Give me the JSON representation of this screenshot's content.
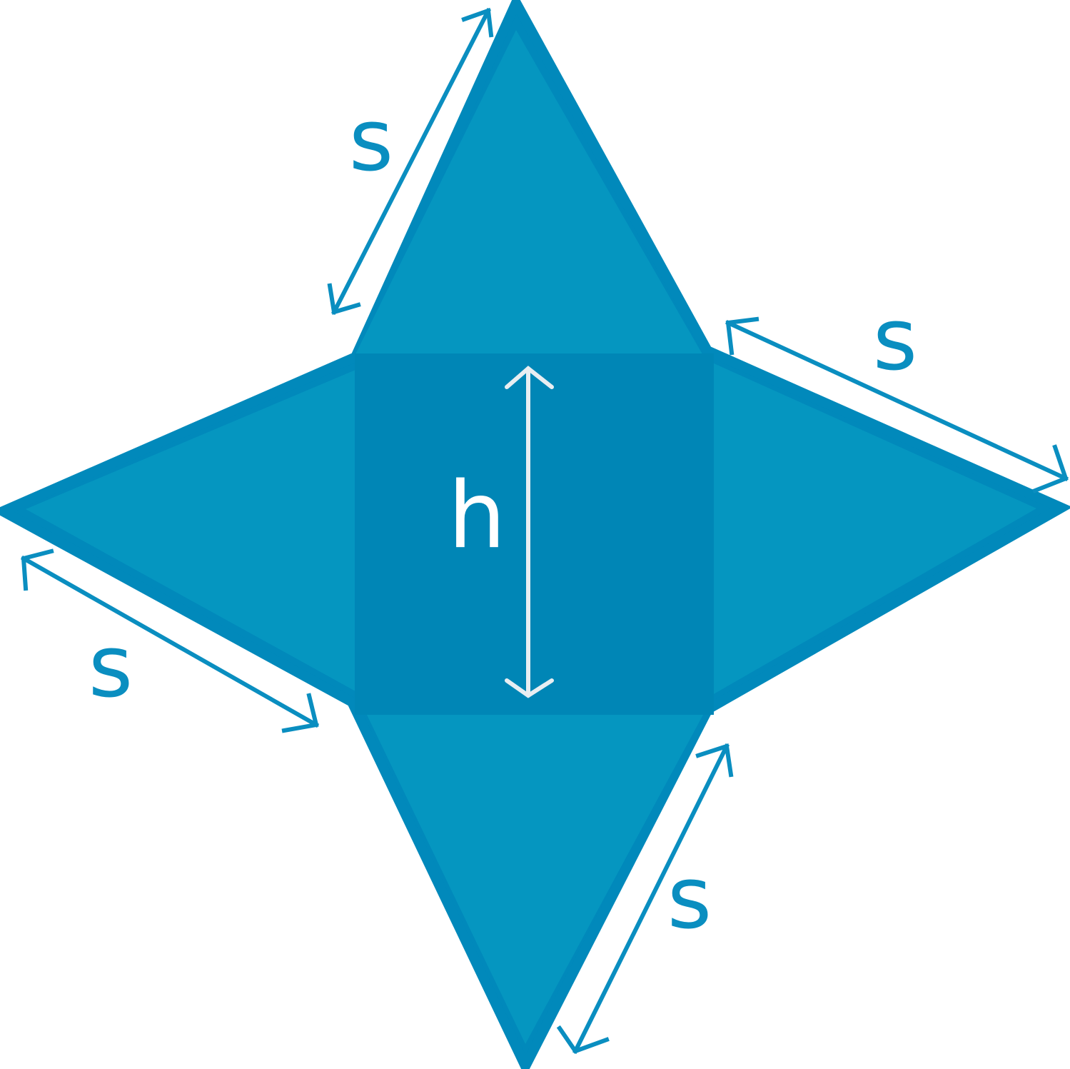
{
  "labels": {
    "side_top": "s",
    "side_right": "s",
    "side_left": "s",
    "side_bottom": "s",
    "height": "h"
  },
  "colors": {
    "triangle_fill": "#0596c0",
    "square_fill": "#0086b6",
    "outline": "#0189bb",
    "arrow": "#0a8ec0",
    "height_marker": "#e8eef2"
  }
}
